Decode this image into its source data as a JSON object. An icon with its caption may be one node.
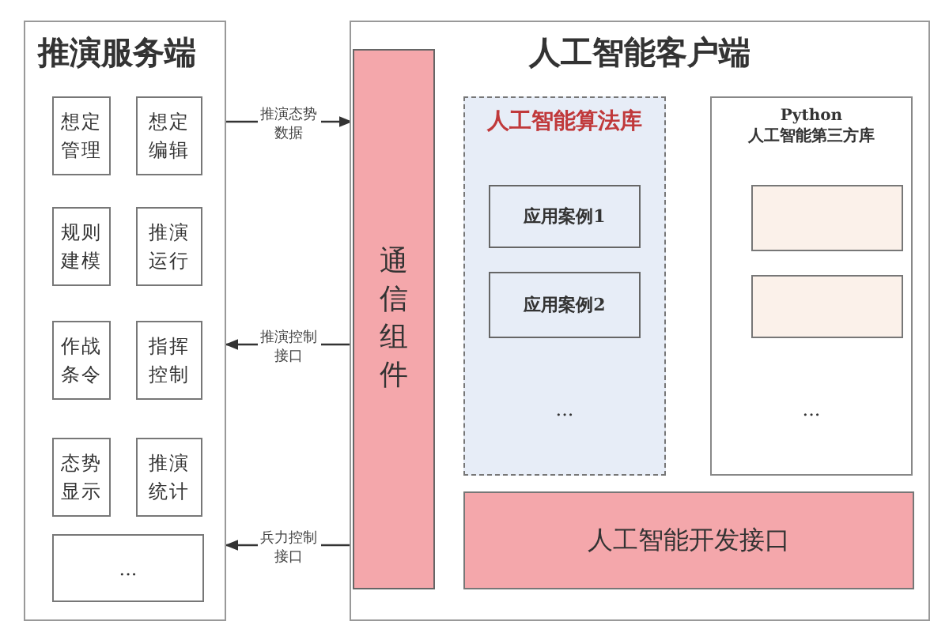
{
  "diagram": {
    "nodes": [
      {
        "text": [
          "推演服务端"
        ]
      },
      {
        "text": [
          "想定管理"
        ],
        "in": 0
      },
      {
        "text": [
          "想定编辑"
        ],
        "in": 0
      },
      {
        "text": [
          "规则建模"
        ],
        "in": 0
      },
      {
        "text": [
          "推演运行"
        ],
        "in": 0
      },
      {
        "text": [
          "作战条令"
        ],
        "in": 0
      },
      {
        "text": [
          "指挥控制"
        ],
        "in": 0
      },
      {
        "text": [
          "态势显示"
        ],
        "in": 0
      },
      {
        "text": [
          "推演统计"
        ],
        "in": 0
      },
      {
        "text": [
          "..."
        ],
        "in": 0
      },
      {
        "text": [
          "人工智能客户端"
        ]
      },
      {
        "text": [
          "通信组件"
        ],
        "in": 10
      },
      {
        "text": [
          "人工智能算法库",
          "..."
        ],
        "in": 10
      },
      {
        "text": [
          "应用案例1"
        ],
        "in": 12
      },
      {
        "text": [
          "应用案例2"
        ],
        "in": 12
      },
      {
        "text": [
          "Python 人工智能第三方库",
          "..."
        ],
        "in": 10
      },
      {
        "text": [],
        "shape": "box",
        "in": 15
      },
      {
        "text": [],
        "shape": "box",
        "in": 15
      },
      {
        "text": [
          "人工智能开发接口"
        ],
        "in": 10
      }
    ],
    "edges": [
      {
        "from": 0,
        "to": 11,
        "arrow": "to",
        "label": "推演态势数据"
      },
      {
        "from": 11,
        "to": 0,
        "arrow": "to",
        "label": "推演控制接口"
      },
      {
        "from": 11,
        "to": 0,
        "arrow": "to",
        "label": "兵力控制接口"
      }
    ]
  }
}
